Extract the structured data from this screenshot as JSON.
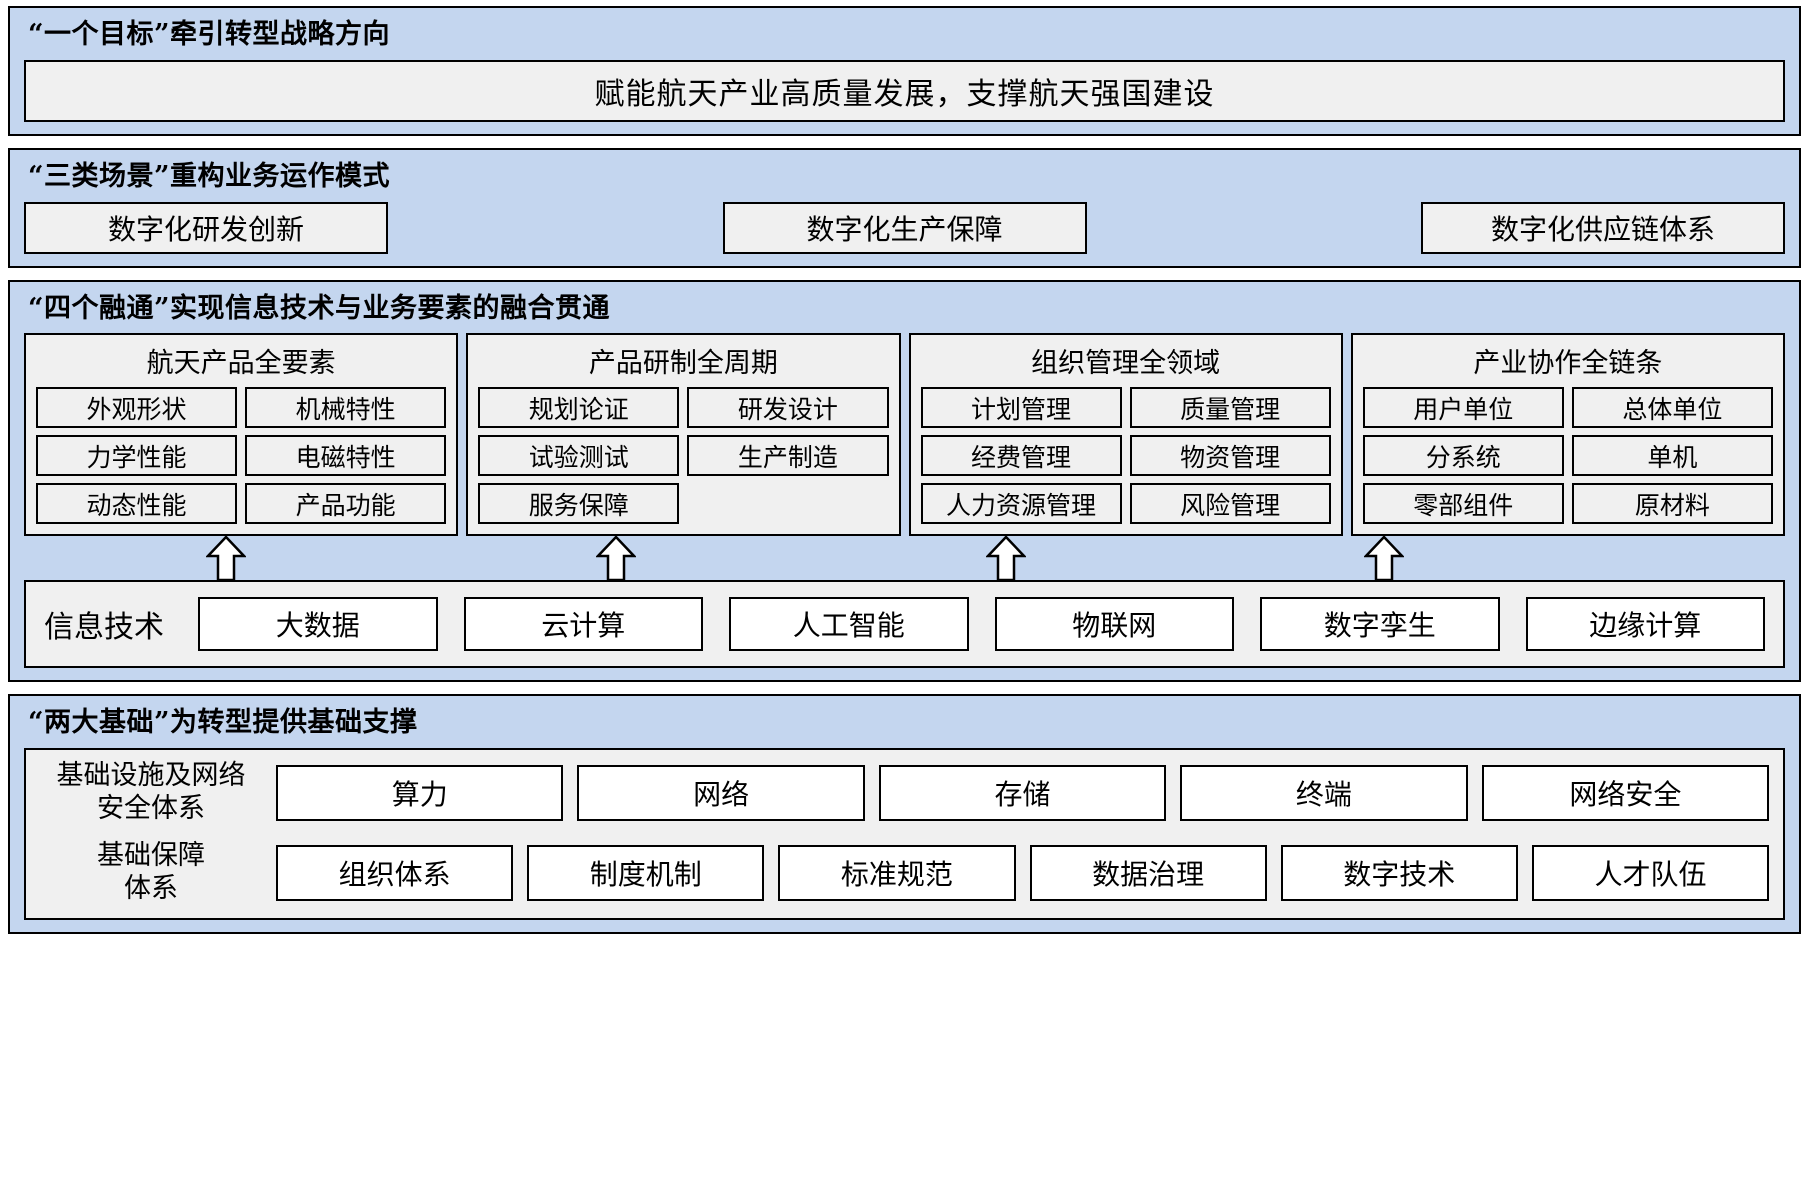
{
  "sections": {
    "goal": {
      "title": "“一个目标”牵引转型战略方向",
      "statement": "赋能航天产业高质量发展，支撑航天强国建设"
    },
    "scenarios": {
      "title": "“三类场景”重构业务运作模式",
      "items": [
        "数字化研发创新",
        "数字化生产保障",
        "数字化供应链体系"
      ]
    },
    "fusion": {
      "title": "“四个融通”实现信息技术与业务要素的融合贯通",
      "columns": [
        {
          "title": "航天产品全要素",
          "chips": [
            "外观形状",
            "机械特性",
            "力学性能",
            "电磁特性",
            "动态性能",
            "产品功能"
          ]
        },
        {
          "title": "产品研制全周期",
          "chips": [
            "规划论证",
            "研发设计",
            "试验测试",
            "生产制造",
            "服务保障"
          ]
        },
        {
          "title": "组织管理全领域",
          "chips": [
            "计划管理",
            "质量管理",
            "经费管理",
            "物资管理",
            "人力资源管理",
            "风险管理"
          ]
        },
        {
          "title": "产业协作全链条",
          "chips": [
            "用户单位",
            "总体单位",
            "分系统",
            "单机",
            "零部组件",
            "原材料"
          ]
        }
      ],
      "technology": {
        "label": "信息技术",
        "items": [
          "大数据",
          "云计算",
          "人工智能",
          "物联网",
          "数字孪生",
          "边缘计算"
        ]
      }
    },
    "foundations": {
      "title": "“两大基础”为转型提供基础支撑",
      "rows": [
        {
          "label": "基础设施及网络\n安全体系",
          "label_line1": "基础设施及网络",
          "label_line2": "安全体系",
          "items": [
            "算力",
            "网络",
            "存储",
            "终端",
            "网络安全"
          ]
        },
        {
          "label": "基础保障\n体系",
          "label_line1": "基础保障",
          "label_line2": "体系",
          "items": [
            "组织体系",
            "制度机制",
            "标准规范",
            "数据治理",
            "数字技术",
            "人才队伍"
          ]
        }
      ]
    }
  },
  "colors": {
    "band_background": "#c4d6ef",
    "box_background": "#f0f0f0",
    "box_white": "#ffffff",
    "border": "#000000"
  }
}
